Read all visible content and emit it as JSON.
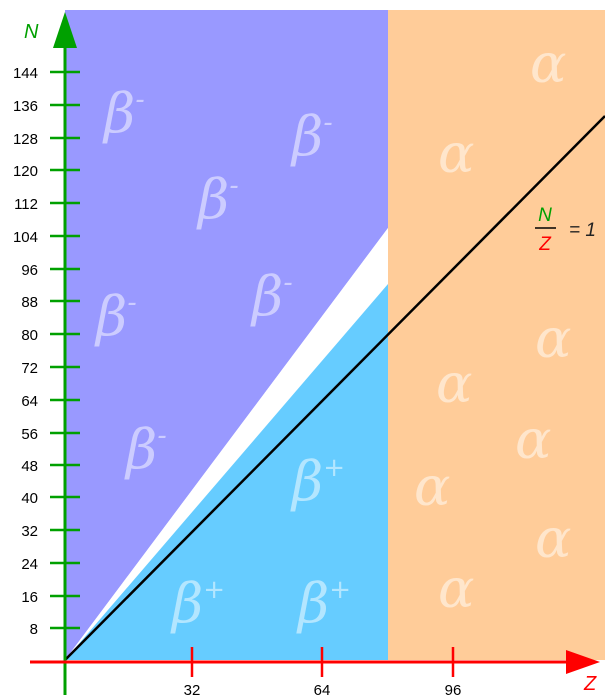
{
  "axes": {
    "x_name": "Z",
    "y_name": "N",
    "x_ticks": [
      "32",
      "64",
      "96"
    ],
    "y_ticks": [
      "8",
      "16",
      "24",
      "32",
      "40",
      "48",
      "56",
      "64",
      "72",
      "80",
      "88",
      "96",
      "104",
      "112",
      "120",
      "128",
      "136",
      "144"
    ]
  },
  "regions": {
    "beta_minus_color": "#9999ff",
    "beta_plus_color": "#66ccff",
    "alpha_color": "#ffcc99",
    "axis_x_color": "#ff0000",
    "axis_y_color": "#00a000"
  },
  "labels": {
    "beta": "β",
    "minus": "-",
    "plus": "+",
    "alpha": "α",
    "ratio_num": "N",
    "ratio_den": "Z",
    "ratio_eq": "= 1"
  }
}
